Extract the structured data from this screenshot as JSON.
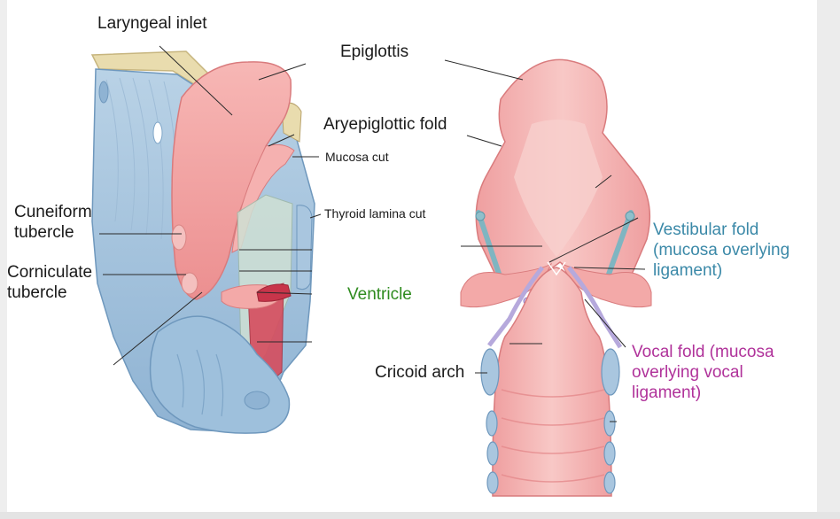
{
  "labels": {
    "laryngeal_inlet": "Laryngeal inlet",
    "epiglottis": "Epiglottis",
    "aryepiglottic_fold": "Aryepiglottic fold",
    "mucosa_cut": "Mucosa cut",
    "thyroid_lamina_cut": "Thyroid lamina cut",
    "ventricle": "Ventricle",
    "cuneiform_tubercle": [
      "Cuneiform",
      "tubercle"
    ],
    "corniculate_tubercle": [
      "Corniculate",
      "tubercle"
    ],
    "cricoid_arch": "Cricoid arch",
    "vestibular_fold": [
      "Vestibular fold",
      "(mucosa overlying",
      "ligament)"
    ],
    "vocal_fold": [
      "Vocal fold (mucosa",
      "overlying vocal",
      "ligament)"
    ]
  },
  "colors": {
    "mucosa": "#f19b9b",
    "mucosa_light": "#f7c4c2",
    "cartilage": "#a9c6df",
    "cartilage_dark": "#7fa6c8",
    "ligament": "#b6a9dc",
    "vestibular_label": "#3b89a8",
    "ventricle_label": "#2e8b1e",
    "vocal_label": "#b0329a"
  }
}
